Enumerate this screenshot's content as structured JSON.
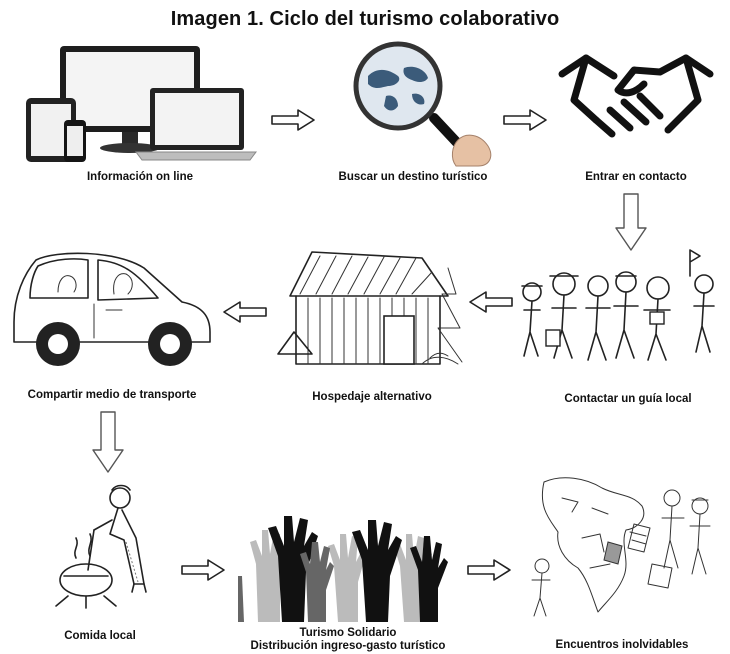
{
  "title": "Imagen 1. Ciclo del turismo colaborativo",
  "nodes": [
    {
      "label": "Información on line",
      "icon": "devices-icon"
    },
    {
      "label": "Buscar un destino turístico",
      "icon": "magnifier-globe-icon"
    },
    {
      "label": "Entrar en contacto",
      "icon": "handshake-icon"
    },
    {
      "label": "Contactar un guía local",
      "icon": "tour-group-icon"
    },
    {
      "label": "Hospedaje alternativo",
      "icon": "wooden-cabin-icon"
    },
    {
      "label": "Compartir medio de transporte",
      "icon": "car-icon"
    },
    {
      "label": "Comida local",
      "icon": "cooking-woman-icon"
    },
    {
      "label": "Turismo Solidario",
      "label2": "Distribución ingreso-gasto turístico",
      "icon": "raised-hands-icon"
    },
    {
      "label": "Encuentros inolvidables",
      "icon": "map-people-icon"
    }
  ]
}
